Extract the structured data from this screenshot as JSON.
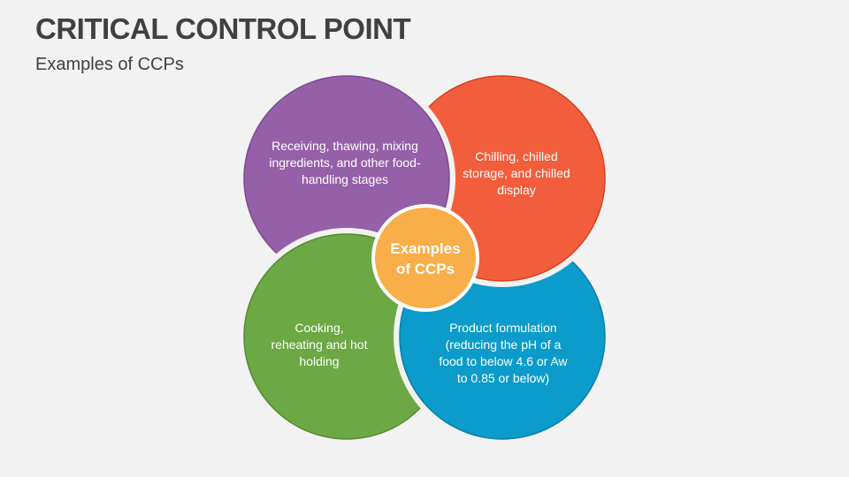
{
  "header": {
    "title": "CRITICAL CONTROL POINT",
    "subtitle": "Examples of CCPs"
  },
  "diagram": {
    "center": {
      "label": "Examples of CCPs",
      "color": "#f8ae49"
    },
    "petals": [
      {
        "id": "receiving",
        "text": "Receiving, thawing, mixing ingredients, and other food-handling stages",
        "color": "#9560a7",
        "stroke": "#7d4a90"
      },
      {
        "id": "chilling",
        "text": "Chilling, chilled storage, and chilled display",
        "color": "#f25e3c",
        "stroke": "#d8401e"
      },
      {
        "id": "cooking",
        "text": "Cooking, reheating and hot holding",
        "color": "#6ca843",
        "stroke": "#568a33"
      },
      {
        "id": "formulation",
        "text": "Product formulation (reducing the pH of a food to below 4.6 or Aw to 0.85 or below)",
        "color": "#0b9ccb",
        "stroke": "#0a7fa6"
      }
    ]
  }
}
